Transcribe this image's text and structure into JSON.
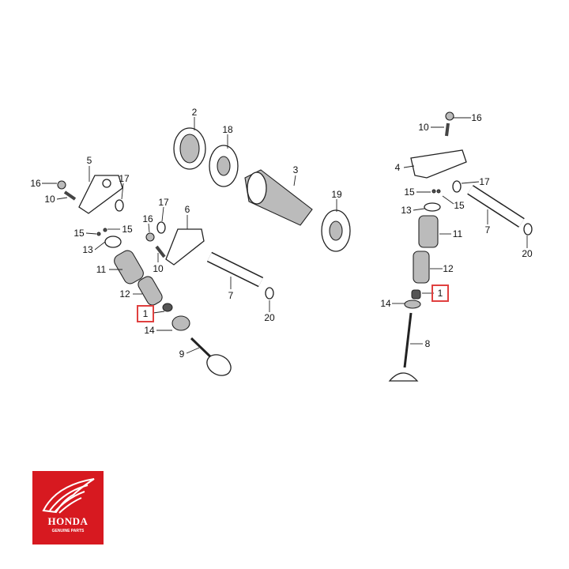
{
  "diagram": {
    "callouts": {
      "c1a": "1",
      "c1b": "1",
      "c2": "2",
      "c3": "3",
      "c4": "4",
      "c5": "5",
      "c6": "6",
      "c7a": "7",
      "c7b": "7",
      "c8": "8",
      "c9": "9",
      "c10a": "10",
      "c10b": "10",
      "c10c": "10",
      "c11a": "11",
      "c11b": "11",
      "c12a": "12",
      "c12b": "12",
      "c13a": "13",
      "c13b": "13",
      "c14a": "14",
      "c14b": "14",
      "c15a": "15",
      "c15b": "15",
      "c15c": "15",
      "c15d": "15",
      "c16a": "16",
      "c16b": "16",
      "c16c": "16",
      "c17a": "17",
      "c17b": "17",
      "c17c": "17",
      "c18": "18",
      "c19": "19",
      "c20a": "20",
      "c20b": "20"
    },
    "highlight_color": "#e0403f"
  },
  "logo": {
    "brand": "HONDA",
    "tagline": "GENUINE PARTS",
    "color": "#d71920"
  }
}
